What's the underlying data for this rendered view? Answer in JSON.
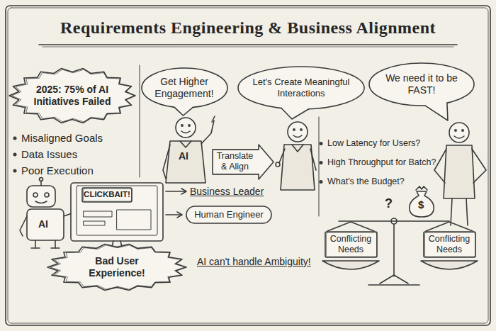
{
  "diagram": {
    "title": "Requirements Engineering & Business Alignment",
    "nodes": [
      {
        "text": [
          "2025: 75% of AI Initiatives Failed"
        ]
      },
      {
        "text": [
          "Get Higher Engagement!"
        ]
      },
      {
        "text": [
          "Translate & Align"
        ]
      },
      {
        "text": [
          "Let's Create Meaningful Interactions"
        ]
      },
      {
        "text": [
          "We need it to be FAST!"
        ]
      },
      {
        "text": [
          "CLICKBAIT!"
        ]
      },
      {
        "text": [
          "Human Engineer"
        ]
      },
      {
        "text": [
          "Bad User Experience!"
        ]
      },
      {
        "text": [
          "Conflicting Needs"
        ]
      },
      {
        "text": [
          "Conflicting Needs"
        ]
      }
    ],
    "labels": [
      "Misaligned Goals",
      "Data Issues",
      "Poor Execution",
      "AI",
      "AI",
      "Business Leader",
      "AI can't handle Ambiguity!",
      "Low Latency for Users?",
      "High Throughput for Batch?",
      "What's the Budget?",
      "$",
      "?"
    ]
  }
}
